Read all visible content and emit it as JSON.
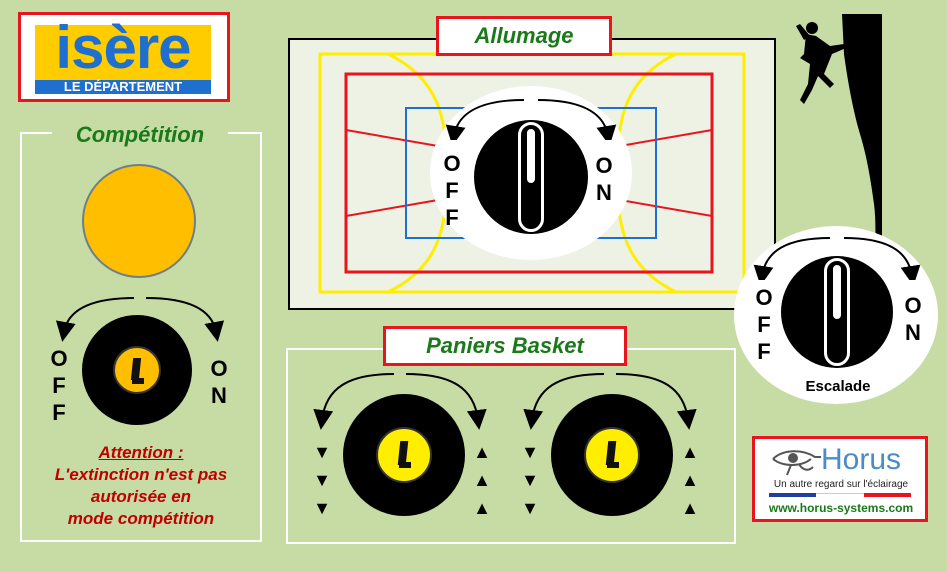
{
  "logo": {
    "brand": "isère",
    "subtitle": "LE DÉPARTEMENT"
  },
  "competition": {
    "title": "Compétition",
    "off_label": [
      "O",
      "F",
      "F"
    ],
    "on_label": [
      "O",
      "N"
    ],
    "warning_title": "Attention :",
    "warning_lines": [
      "L'extinction n'est pas",
      "autorisée en",
      "mode compétition"
    ]
  },
  "allumage": {
    "title": "Allumage",
    "off_label": [
      "O",
      "F",
      "F"
    ],
    "on_label": [
      "O",
      "N"
    ]
  },
  "escalade": {
    "label": "Escalade",
    "off_label": [
      "O",
      "F",
      "F"
    ],
    "on_label": [
      "O",
      "N"
    ]
  },
  "basket": {
    "title": "Paniers Basket",
    "down_arrows": [
      "▼",
      "▼",
      "▼"
    ],
    "up_arrows": [
      "▲",
      "▲",
      "▲"
    ]
  },
  "horus": {
    "brand": "Horus",
    "tagline": "Un autre regard sur l'éclairage",
    "url": "www.horus-systems.com"
  },
  "colors": {
    "background": "#c6dca4",
    "accent_red": "#e8141e",
    "title_green": "#1a7a1a",
    "indicator_orange": "#ffbf00",
    "key_yellow": "#ffee00",
    "warning_red": "#c00000"
  }
}
